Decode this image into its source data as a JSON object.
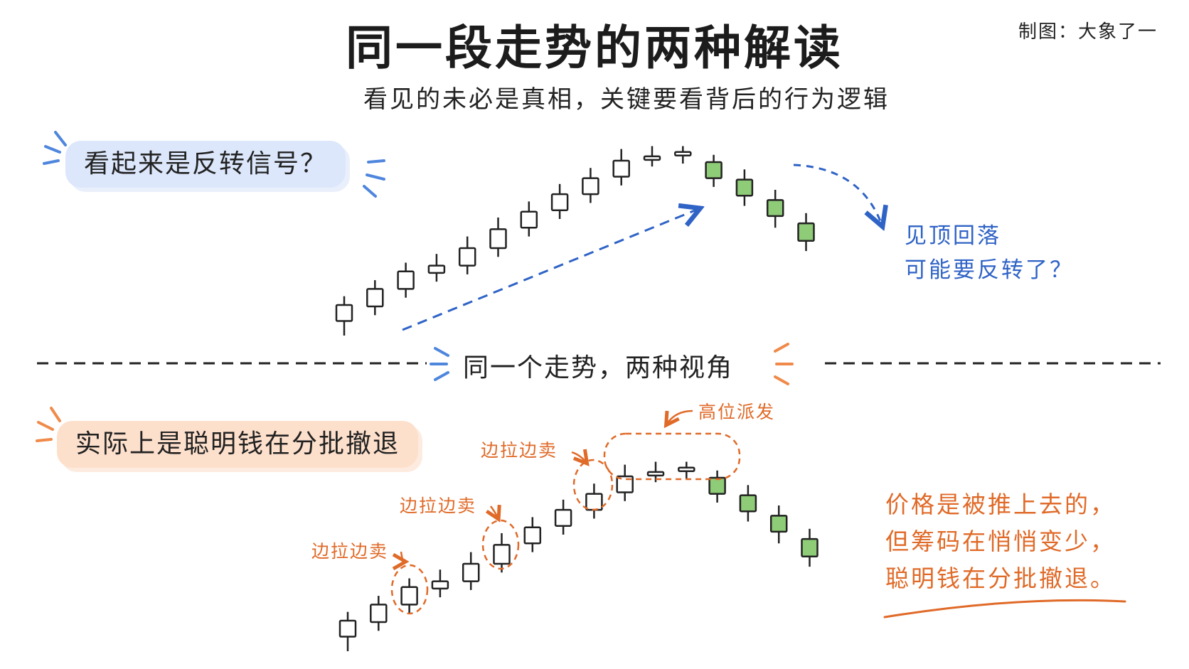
{
  "title": "同一段走势的两种解读",
  "subtitle": "看见的未必是真相，关键要看背后的行为逻辑",
  "credit": "制图：大象了一",
  "top_section": {
    "badge": "看起来是反转信号？",
    "note_line1": "见顶回落",
    "note_line2": "可能要反转了？"
  },
  "divider_label": "同一个走势，两种视角",
  "bottom_section": {
    "badge": "实际上是聪明钱在分批撤退",
    "annotations": [
      "边拉边卖",
      "边拉边卖",
      "边拉边卖",
      "高位派发"
    ],
    "note_line1": "价格是被推上去的，",
    "note_line2": "但筹码在悄悄变少，",
    "note_line3": "聪明钱在分批撤退。"
  },
  "colors": {
    "blue_accent": "#2f63c6",
    "orange_accent": "#e06a28",
    "bear_candle_fill": "#8fcc78",
    "badge_blue": "#dce7fb",
    "badge_orange": "#fde0cc"
  },
  "chart_data": {
    "type": "candlestick",
    "candles": [
      {
        "open": 1,
        "close": 2.1,
        "high": 2.7,
        "low": 0
      },
      {
        "open": 2,
        "close": 3.2,
        "high": 3.8,
        "low": 1.4
      },
      {
        "open": 3.2,
        "close": 4.4,
        "high": 5.0,
        "low": 2.6
      },
      {
        "open": 4.3,
        "close": 4.8,
        "high": 5.6,
        "low": 3.7
      },
      {
        "open": 4.8,
        "close": 6.0,
        "high": 6.8,
        "low": 4.2
      },
      {
        "open": 6.0,
        "close": 7.3,
        "high": 8.1,
        "low": 5.4
      },
      {
        "open": 7.4,
        "close": 8.5,
        "high": 9.2,
        "low": 6.8
      },
      {
        "open": 8.6,
        "close": 9.7,
        "high": 10.4,
        "low": 8.0
      },
      {
        "open": 9.7,
        "close": 10.8,
        "high": 11.5,
        "low": 9.1
      },
      {
        "open": 10.9,
        "close": 12.0,
        "high": 12.8,
        "low": 10.3
      },
      {
        "open": 12.1,
        "close": 12.3,
        "high": 13.0,
        "low": 11.6
      },
      {
        "open": 12.4,
        "close": 12.6,
        "high": 13.0,
        "low": 11.8
      },
      {
        "open": 11.9,
        "close": 10.8,
        "high": 12.4,
        "low": 10.2
      },
      {
        "open": 10.7,
        "close": 9.6,
        "high": 11.4,
        "low": 8.9
      },
      {
        "open": 9.3,
        "close": 8.2,
        "high": 10.0,
        "low": 7.4
      },
      {
        "open": 7.7,
        "close": 6.5,
        "high": 8.4,
        "low": 5.8
      }
    ]
  }
}
